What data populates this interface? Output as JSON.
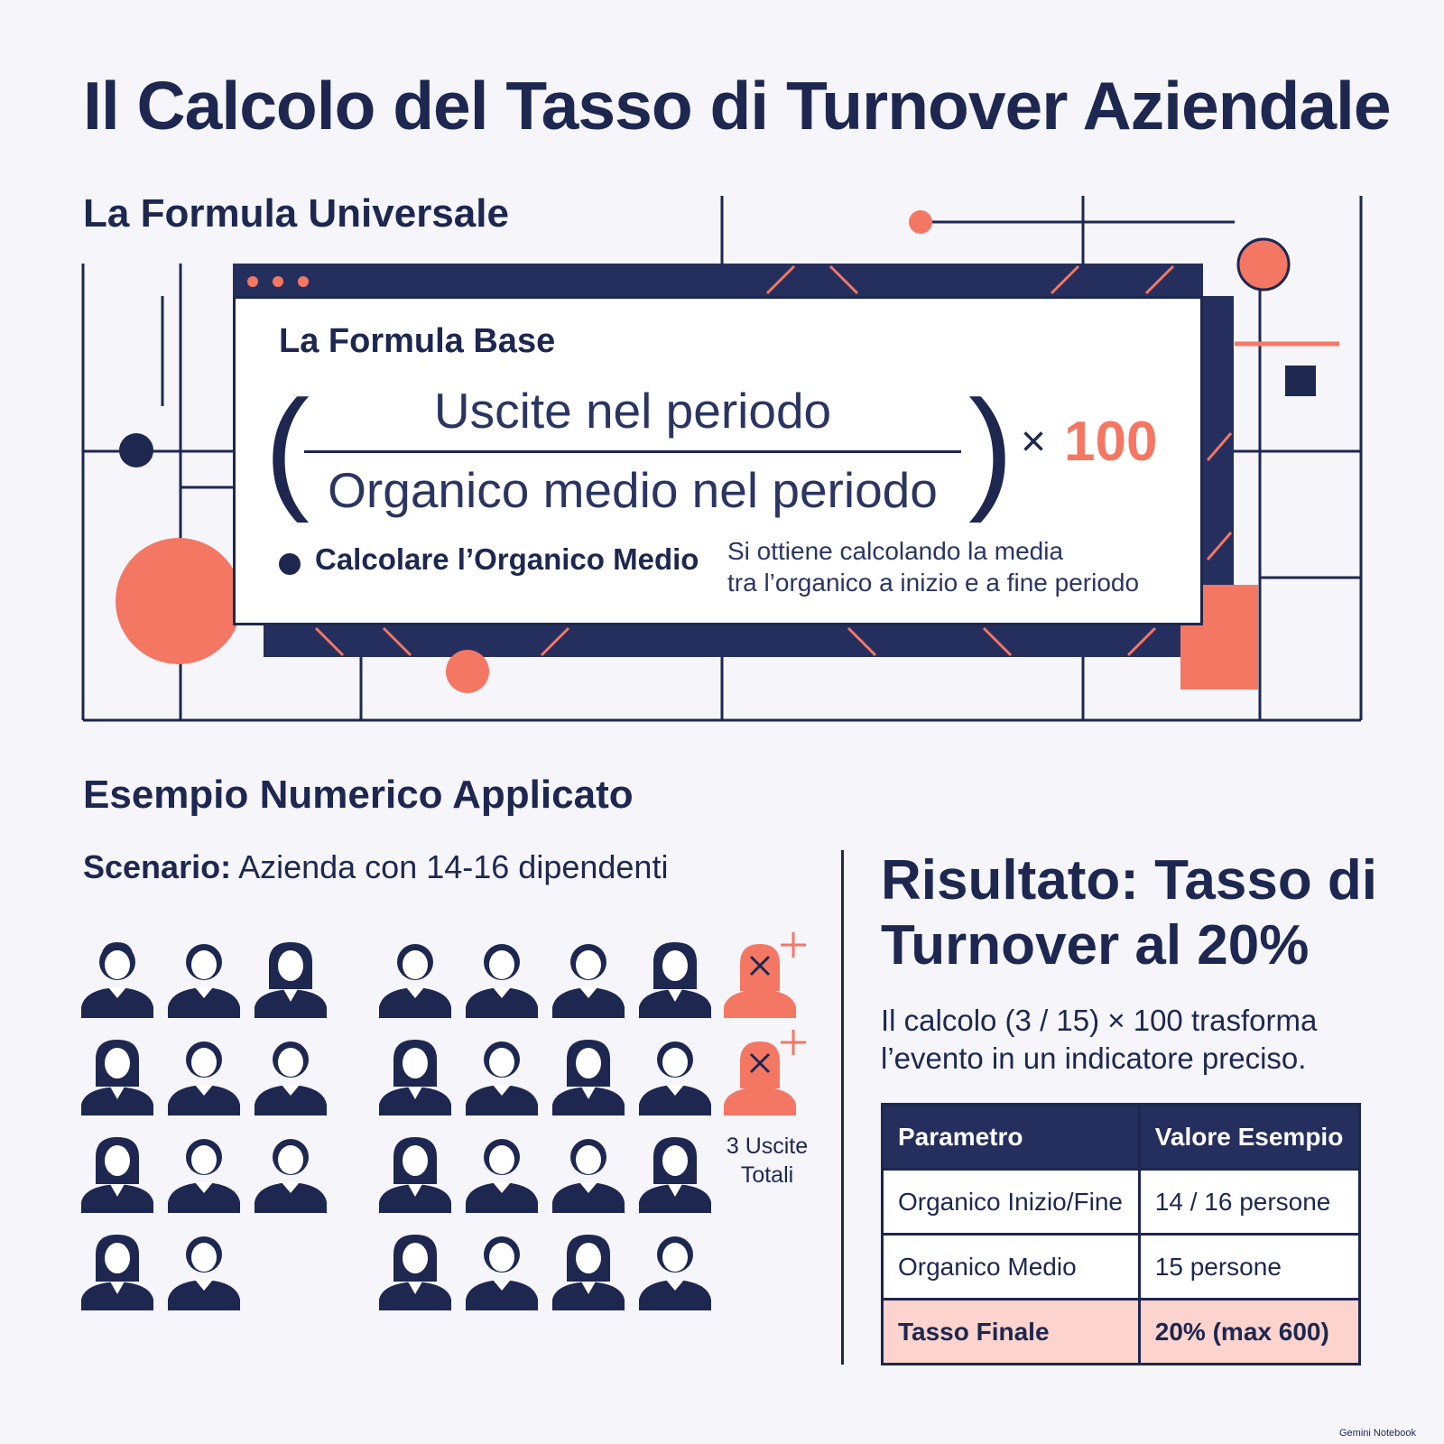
{
  "title": "Il Calcolo del Tasso di Turnover Aziendale",
  "formula_section": {
    "heading": "La Formula Universale",
    "card": {
      "title": "La Formula Base",
      "numerator": "Uscite nel periodo",
      "denominator": "Organico medio nel periodo",
      "multiplier_symbol": "×",
      "multiplier": "100",
      "bullet_label": "Calcolare l’Organico Medio",
      "bullet_desc_line1": "Si ottiene calcolando la media",
      "bullet_desc_line2": "tra l’organico a inizio e a fine periodo"
    }
  },
  "example_section": {
    "heading": "Esempio Numerico Applicato",
    "scenario_label": "Scenario:",
    "scenario_text": " Azienda con 14-16 dipendenti",
    "exits_line1": "3 Uscite",
    "exits_line2": "Totali"
  },
  "result": {
    "heading_line1": "Risultato: Tasso di",
    "heading_line2": "Turnover al 20%",
    "desc_line1": "Il calcolo (3 / 15) × 100 trasforma",
    "desc_line2": "l’evento in un indicatore preciso.",
    "table": {
      "headers": [
        "Parametro",
        "Valore Esempio"
      ],
      "rows": [
        [
          "Organico Inizio/Fine",
          "14 / 16 persone"
        ],
        [
          "Organico Medio",
          "15 persone"
        ],
        [
          "Tasso Finale",
          "20% (max 600)"
        ]
      ]
    }
  },
  "brand": "Gemini Notebook",
  "colors": {
    "navy": "#1d2750",
    "coral": "#f47764",
    "highlight_row": "#fcd3cd",
    "background": "#f5f5fa"
  }
}
